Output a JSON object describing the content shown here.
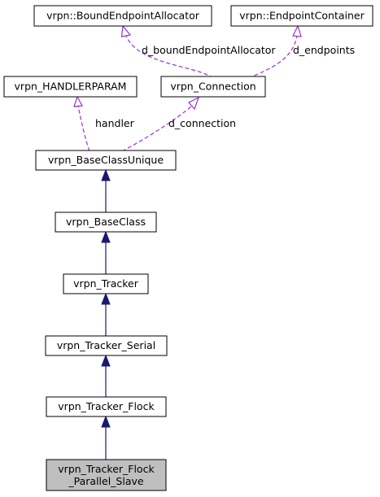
{
  "nodes": {
    "bound_alloc": "vrpn::BoundEndpointAllocator",
    "endpoint_container": "vrpn::EndpointContainer",
    "handlerparam": "vrpn_HANDLERPARAM",
    "connection": "vrpn_Connection",
    "base_unique": "vrpn_BaseClassUnique",
    "base_class": "vrpn_BaseClass",
    "tracker": "vrpn_Tracker",
    "tracker_serial": "vrpn_Tracker_Serial",
    "tracker_flock": "vrpn_Tracker_Flock",
    "parallel_slave_line1": "vrpn_Tracker_Flock",
    "parallel_slave_line2": "_Parallel_Slave"
  },
  "edge_labels": {
    "bound_alloc": "d_boundEndpointAllocator",
    "endpoints": "d_endpoints",
    "handler": "handler",
    "connection": "d_connection"
  },
  "colors": {
    "inheritance": "#191970",
    "usage": "#9a32cd",
    "highlight_fill": "#bfbfbf"
  }
}
